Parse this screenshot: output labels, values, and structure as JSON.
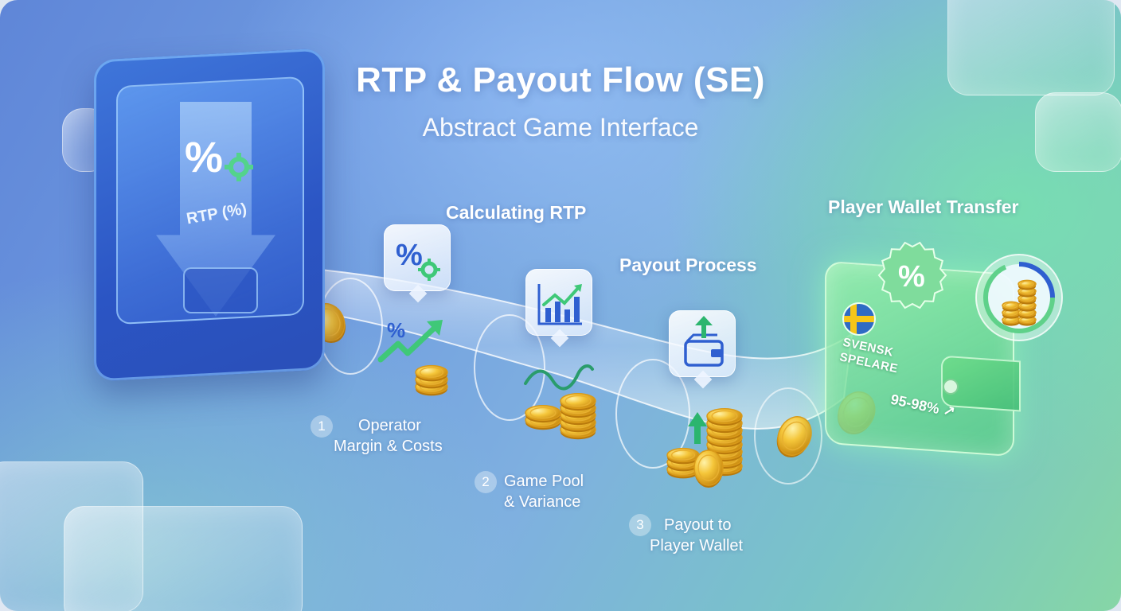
{
  "title": "RTP & Payout Flow (SE)",
  "subtitle": "Abstract Game Interface",
  "machine": {
    "label": "RTP (%)"
  },
  "stages": [
    {
      "label": "Calculating RTP"
    },
    {
      "label": "Payout Process"
    },
    {
      "label": "Player Wallet Transfer"
    }
  ],
  "steps": [
    {
      "number": "1",
      "lines": [
        "Operator",
        "Margin & Costs"
      ]
    },
    {
      "number": "2",
      "lines": [
        "Game Pool",
        "& Variance"
      ]
    },
    {
      "number": "3",
      "lines": [
        "Payout to",
        "Player Wallet"
      ]
    }
  ],
  "wallet": {
    "player_line1": "SVENSK",
    "player_line2": "SPELARE",
    "rtp_range": "95-98%",
    "arrow_glyph": "↗"
  },
  "icons": {
    "machine": "percent-gear-icon",
    "stage1": "percent-gear-icon",
    "stage2": "bar-chart-trend-icon",
    "stage3": "wallet-upload-icon",
    "wallet_badge": "percent-badge-icon",
    "flag": "sweden-flag-icon",
    "coins": "coin-stack-icon"
  },
  "colors": {
    "coin": "#f2b823",
    "accent_green": "#5fd18a",
    "accent_blue": "#2f5fd0",
    "flag_blue": "#2e6bc4",
    "flag_yellow": "#f6c618"
  }
}
